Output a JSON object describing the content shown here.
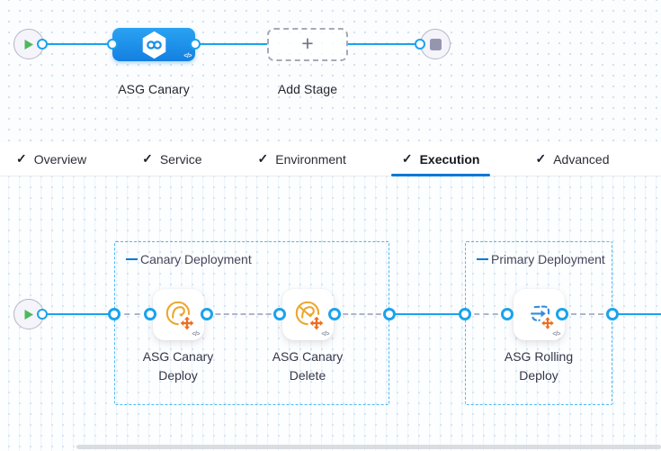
{
  "colors": {
    "connector_blue": "#1ba3ec",
    "accent_blue": "#0278d5",
    "stage_node_blue": "#1e90e9",
    "canary_amber": "#eda72e",
    "scale_arrows_orange": "#ed6e1f",
    "rolling_blue": "#2f8ce0",
    "green_play": "#4cb95c"
  },
  "glyphs": {
    "check": "✓",
    "plus": "+",
    "yaml": "</>"
  },
  "stage_canvas": {
    "start_node": {
      "icon": "play-icon"
    },
    "stage": {
      "label": "ASG Canary",
      "icon": "asg-hexagon-infinity-icon",
      "yaml_badge": "</>"
    },
    "add_stage": {
      "label": "Add Stage",
      "icon": "plus-icon"
    },
    "end_node": {
      "icon": "stop-icon"
    }
  },
  "tabs": {
    "items": [
      {
        "label": "Overview",
        "checked": true,
        "active": false
      },
      {
        "label": "Service",
        "checked": true,
        "active": false
      },
      {
        "label": "Environment",
        "checked": true,
        "active": false
      },
      {
        "label": "Execution",
        "checked": true,
        "active": true
      },
      {
        "label": "Advanced",
        "checked": true,
        "active": false
      }
    ]
  },
  "execution_canvas": {
    "start_node": {
      "icon": "play-icon"
    },
    "groups": [
      {
        "label": "Canary Deployment",
        "icon": "collapse-dash-icon",
        "steps": [
          {
            "label": "ASG Canary Deploy",
            "icon": "canary-deploy-icon",
            "yaml_badge": "</>"
          },
          {
            "label": "ASG Canary Delete",
            "icon": "canary-delete-icon",
            "yaml_badge": "</>"
          }
        ]
      },
      {
        "label": "Primary Deployment",
        "icon": "collapse-dash-icon",
        "steps": [
          {
            "label": "ASG Rolling Deploy",
            "icon": "rolling-deploy-icon",
            "yaml_badge": "</>"
          }
        ]
      }
    ]
  }
}
